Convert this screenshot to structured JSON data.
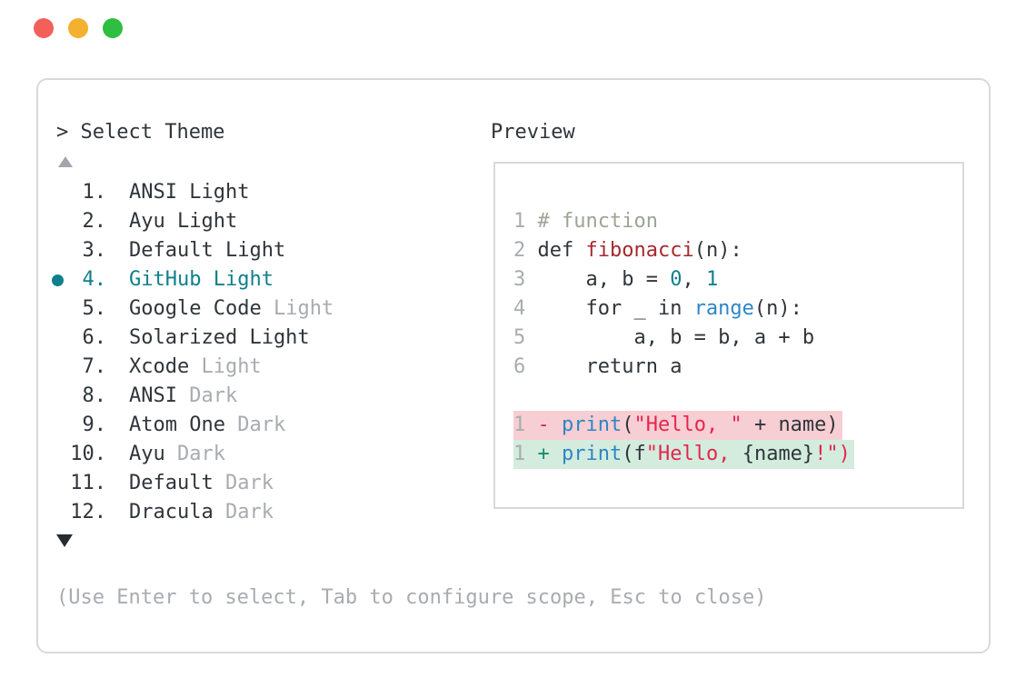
{
  "window": {
    "traffic_lights": [
      {
        "name": "close",
        "color": "#f2605a"
      },
      {
        "name": "minimize",
        "color": "#f3b12f"
      },
      {
        "name": "zoom",
        "color": "#2ebe41"
      }
    ]
  },
  "picker": {
    "title": "> Select Theme",
    "scroll_up_icon": "▲",
    "scroll_down_icon": "▼",
    "selected_index": 3,
    "items": [
      {
        "num": "1.",
        "name": "ANSI Light",
        "suffix": "",
        "selected": false
      },
      {
        "num": "2.",
        "name": "Ayu Light",
        "suffix": "",
        "selected": false
      },
      {
        "num": "3.",
        "name": "Default Light",
        "suffix": "",
        "selected": false
      },
      {
        "num": "4.",
        "name": "GitHub Light",
        "suffix": "",
        "selected": true
      },
      {
        "num": "5.",
        "name": "Google Code",
        "suffix": "Light",
        "selected": false
      },
      {
        "num": "6.",
        "name": "Solarized Light",
        "suffix": "",
        "selected": false
      },
      {
        "num": "7.",
        "name": "Xcode",
        "suffix": "Light",
        "selected": false
      },
      {
        "num": "8.",
        "name": "ANSI",
        "suffix": "Dark",
        "selected": false
      },
      {
        "num": "9.",
        "name": "Atom One",
        "suffix": "Dark",
        "selected": false
      },
      {
        "num": "10.",
        "name": "Ayu",
        "suffix": "Dark",
        "selected": false
      },
      {
        "num": "11.",
        "name": "Default",
        "suffix": "Dark",
        "selected": false
      },
      {
        "num": "12.",
        "name": "Dracula",
        "suffix": "Dark",
        "selected": false
      }
    ]
  },
  "preview": {
    "title": "Preview",
    "code_lines": [
      {
        "num": "1",
        "bg": "",
        "tokens": [
          {
            "t": "# function",
            "c": "comment"
          }
        ]
      },
      {
        "num": "2",
        "bg": "",
        "tokens": [
          {
            "t": "def ",
            "c": "fg"
          },
          {
            "t": "fibonacci",
            "c": "func"
          },
          {
            "t": "(n):",
            "c": "fg"
          }
        ]
      },
      {
        "num": "3",
        "bg": "",
        "tokens": [
          {
            "t": "    a, b = ",
            "c": "fg"
          },
          {
            "t": "0",
            "c": "numlit"
          },
          {
            "t": ", ",
            "c": "fg"
          },
          {
            "t": "1",
            "c": "numlit"
          }
        ]
      },
      {
        "num": "4",
        "bg": "",
        "tokens": [
          {
            "t": "    for _ in ",
            "c": "fg"
          },
          {
            "t": "range",
            "c": "builtin"
          },
          {
            "t": "(n):",
            "c": "fg"
          }
        ]
      },
      {
        "num": "5",
        "bg": "",
        "tokens": [
          {
            "t": "        a, b = b, a + b",
            "c": "fg"
          }
        ]
      },
      {
        "num": "6",
        "bg": "",
        "tokens": [
          {
            "t": "    return a",
            "c": "fg"
          }
        ]
      },
      {
        "num": "",
        "bg": "",
        "tokens": []
      },
      {
        "num": "1",
        "bg": "del",
        "tokens": [
          {
            "t": "- ",
            "c": "del"
          },
          {
            "t": "print",
            "c": "builtin"
          },
          {
            "t": "(",
            "c": "fg"
          },
          {
            "t": "\"Hello, \"",
            "c": "str"
          },
          {
            "t": " + name)",
            "c": "fg"
          }
        ]
      },
      {
        "num": "1",
        "bg": "add",
        "tokens": [
          {
            "t": "+ ",
            "c": "add"
          },
          {
            "t": "print",
            "c": "builtin"
          },
          {
            "t": "(f",
            "c": "fg"
          },
          {
            "t": "\"Hello, ",
            "c": "str"
          },
          {
            "t": "{name}",
            "c": "fg"
          },
          {
            "t": "!\")",
            "c": "str"
          }
        ]
      }
    ]
  },
  "footer": {
    "hint": "(Use Enter to select, Tab to configure scope, Esc to close)"
  },
  "colors": {
    "accent_teal": "#0f7f8b",
    "text": "#2f353a",
    "muted_gray": "#a8acb0",
    "comment_gray_green": "#9ca595",
    "function_red": "#a5292e",
    "builtin_blue": "#2e86c4",
    "string_crimson": "#e5254e",
    "diff_delete_bg": "#f7ced3",
    "diff_add_bg": "#d3ecdd",
    "diff_delete_sign": "#d62b47",
    "diff_add_sign": "#178a6e",
    "border_gray": "#d9d9d9"
  }
}
